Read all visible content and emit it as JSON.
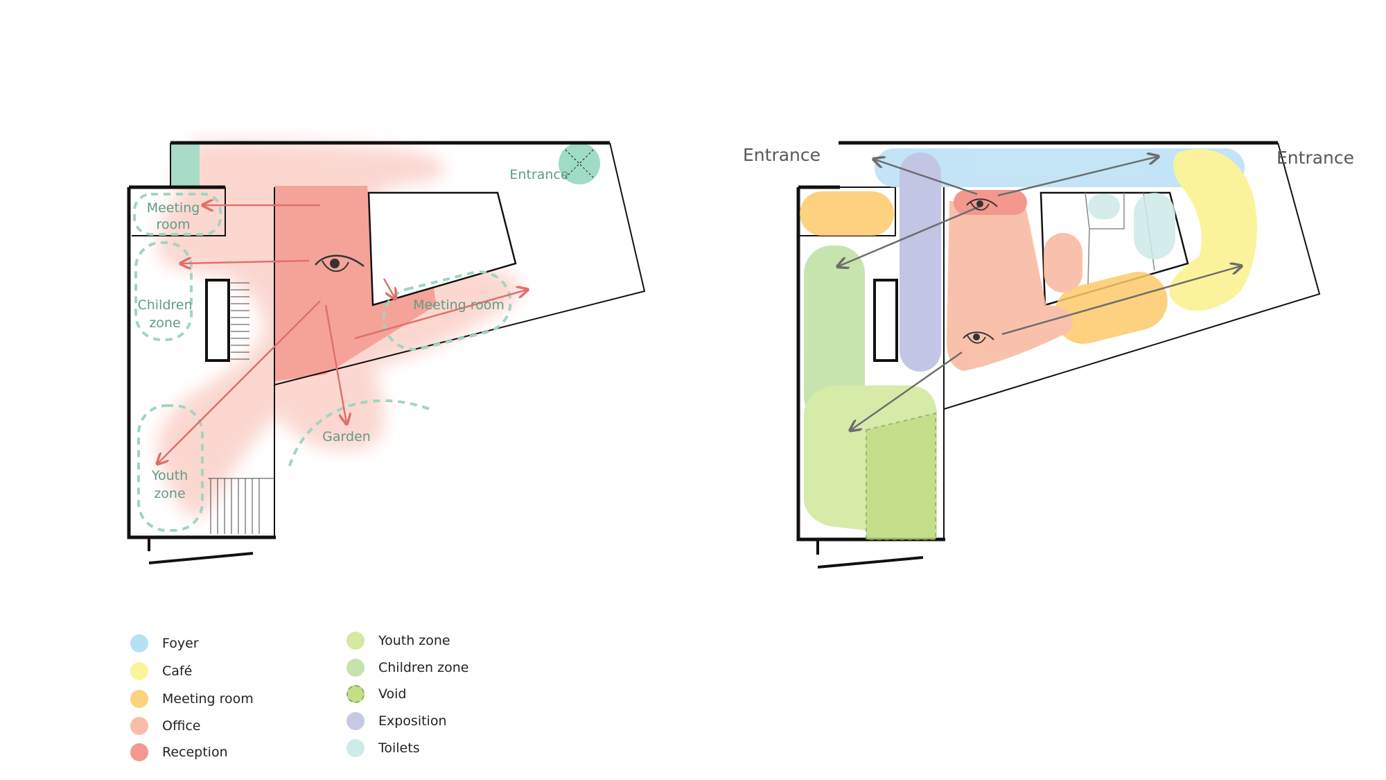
{
  "left_plan": {
    "labels": {
      "meeting_room_top": [
        "Meeting",
        "room"
      ],
      "children_zone": [
        "Children",
        "zone"
      ],
      "youth_zone": [
        "Youth",
        "zone"
      ],
      "meeting_room_right": "Meeting room",
      "entrance": "Entrance",
      "garden": "Garden"
    }
  },
  "right_plan": {
    "labels": {
      "entrance_left": "Entrance",
      "entrance_right": "Entrance"
    }
  },
  "legend": {
    "column1": [
      {
        "label": "Foyer",
        "color": "#b8e0f5"
      },
      {
        "label": "Café",
        "color": "#fbf59a"
      },
      {
        "label": "Meeting room",
        "color": "#fcd27e"
      },
      {
        "label": "Office",
        "color": "#f9bda7"
      },
      {
        "label": "Reception",
        "color": "#f3998f"
      }
    ],
    "column2": [
      {
        "label": "Youth zone",
        "color": "#d6ea9f"
      },
      {
        "label": "Children zone",
        "color": "#c6e3ad"
      },
      {
        "label": "Void",
        "color": "#c4de86",
        "dashed": true
      },
      {
        "label": "Exposition",
        "color": "#c7c9e4"
      },
      {
        "label": "Toilets",
        "color": "#cdebe9"
      }
    ]
  },
  "colors": {
    "accent_green": "#5f9c84",
    "arrow_red": "#e0706a",
    "arrow_grey": "#6d6d6d"
  }
}
